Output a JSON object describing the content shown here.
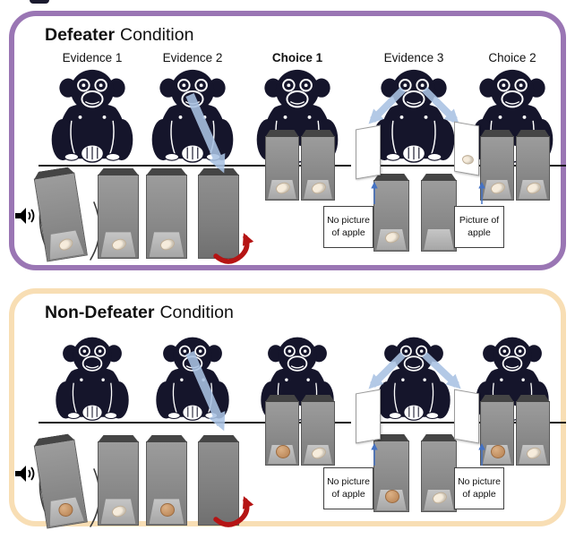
{
  "figure": {
    "panels": [
      {
        "name": "Defeater Condition",
        "title_bold": "Defeater",
        "title_rest": "Condition",
        "border_color": "#9A76B4",
        "column_labels": [
          "Evidence 1",
          "Evidence 2",
          "Choice 1",
          "Evidence 3",
          "Choice 2"
        ],
        "evidence3": {
          "left_label": "No picture of apple",
          "right_label": "Picture of apple",
          "left_card": "blank card",
          "right_card": "card with apple-slice picture"
        },
        "box_contents": {
          "evidence1": [
            "apple slice (box shaken, speaker sound)",
            "apple slice"
          ],
          "evidence2": [
            "apple slice",
            "closed box (rotated, red arrow)"
          ],
          "choice1": [
            "apple slice",
            "apple slice"
          ],
          "evidence3": [
            "apple slice",
            "empty open box"
          ],
          "choice2": [
            "apple slice",
            "apple slice"
          ]
        }
      },
      {
        "name": "Non-Defeater Condition",
        "title_bold": "Non-Defeater",
        "title_rest": "Condition",
        "border_color": "#F8DEB4",
        "column_labels": [],
        "evidence3": {
          "left_label": "No picture of apple",
          "right_label": "No picture of apple",
          "left_card": "blank card",
          "right_card": "blank card"
        },
        "box_contents": {
          "evidence1": [
            "whole apple (box shaken, speaker sound)",
            "apple slice"
          ],
          "evidence2": [
            "whole apple",
            "closed box (rotated, red arrow)"
          ],
          "choice1": [
            "whole apple",
            "apple slice"
          ],
          "evidence3": [
            "whole apple",
            "apple slice"
          ],
          "choice2": [
            "whole apple",
            "apple slice"
          ]
        }
      }
    ],
    "colors": {
      "defeater_border": "#9A76B4",
      "non_defeater_border": "#F8DEB4",
      "gaze_arrow": "#A9C2E3",
      "rotation_arrow": "#B51414",
      "pointer_arrow": "#4472C4",
      "box_gray": "#8E8E8E",
      "chimp_silhouette": "#15152B"
    },
    "icons": [
      "speaker-icon",
      "gaze-arrow-icon",
      "rotation-arrow-icon",
      "up-pointer-arrow-icon",
      "shake-lines-icon"
    ]
  }
}
